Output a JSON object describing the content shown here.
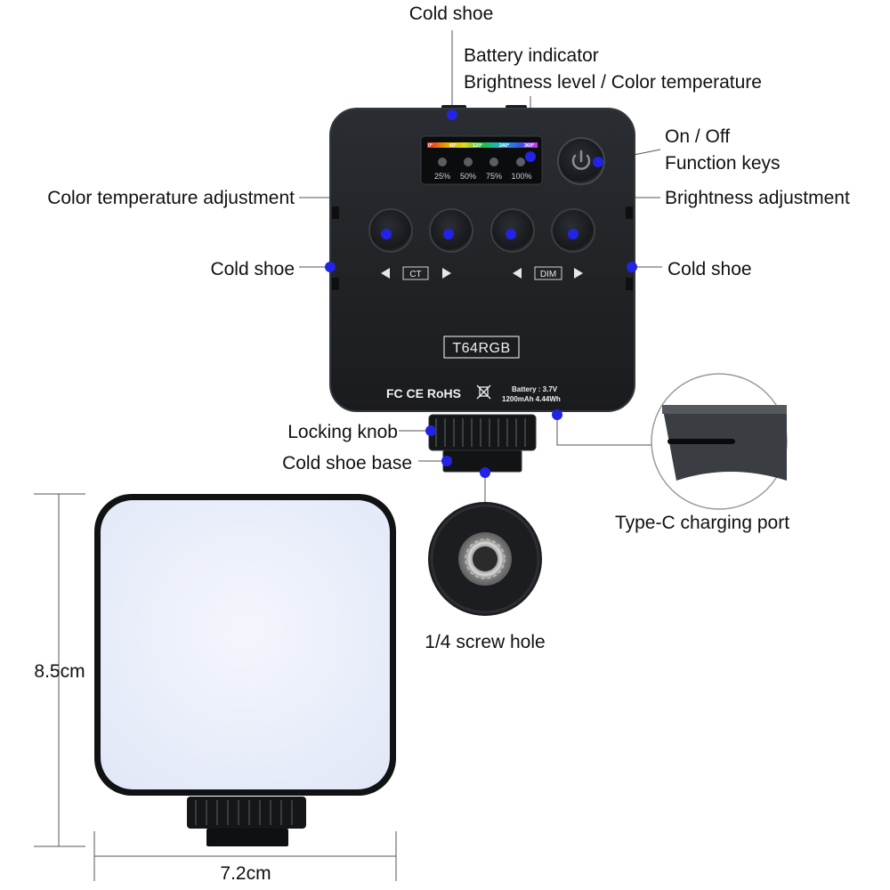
{
  "colors": {
    "body": "#1d1f22",
    "body_edge": "#2d3034",
    "marker": "#2323e6",
    "panel_face": "#eef2fb",
    "callout_line": "#555555"
  },
  "callouts": {
    "cold_shoe_top": "Cold shoe",
    "battery_indicator": "Battery indicator",
    "brightness_color": "Brightness level / Color temperature",
    "on_off": "On / Off",
    "function_keys": "Function keys",
    "color_temp_adjust": "Color temperature adjustment",
    "brightness_adjust": "Brightness adjustment",
    "cold_shoe_left": "Cold shoe",
    "cold_shoe_right": "Cold shoe",
    "locking_knob": "Locking knob",
    "cold_shoe_base": "Cold shoe base",
    "type_c": "Type-C charging port",
    "screw_hole": "1/4 screw hole"
  },
  "device": {
    "model": "T64RGB",
    "ct_label": "CT",
    "dim_label": "DIM",
    "cert_marks": "FC CE RoHS",
    "battery_line1": "Battery : 3.7V",
    "battery_line2": "1200mAh  4.44Wh",
    "hue_scale": [
      "0°",
      "60°",
      "120°",
      "240°",
      "360°"
    ],
    "level_scale": [
      "25%",
      "50%",
      "75%",
      "100%"
    ],
    "power_icon": "power-icon",
    "arrow_left_icon": "triangle-left-icon",
    "arrow_right_icon": "triangle-right-icon"
  },
  "dimensions": {
    "height": "8.5cm",
    "width": "7.2cm"
  }
}
